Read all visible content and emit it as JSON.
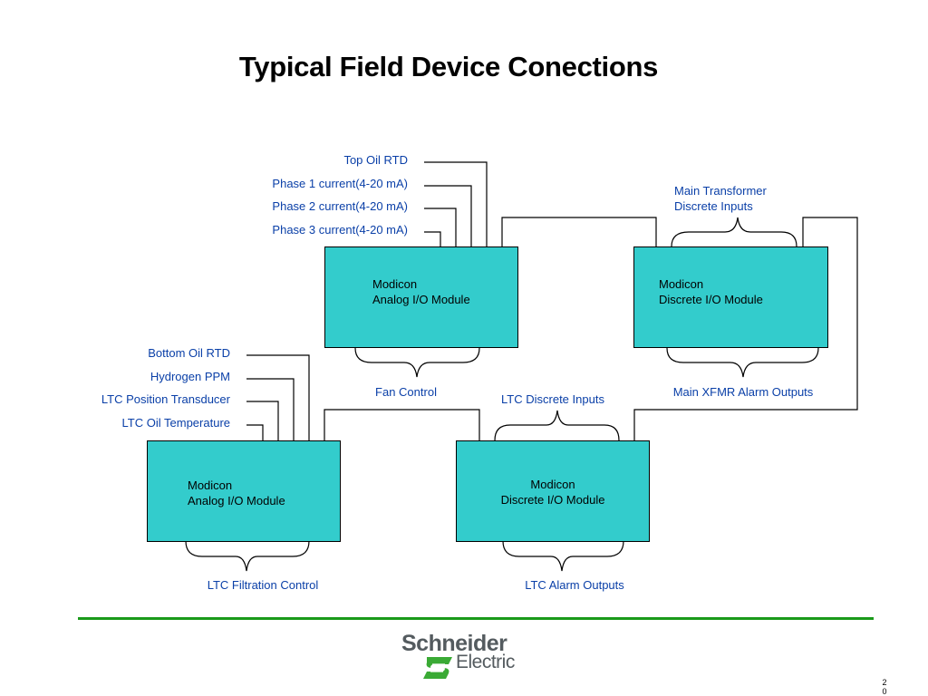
{
  "title": "Typical Field Device Conections",
  "modules": {
    "analog_top": {
      "line1": "Modicon",
      "line2": "Analog I/O Module"
    },
    "discrete_top": {
      "line1": "Modicon",
      "line2": "Discrete I/O Module"
    },
    "analog_bottom": {
      "line1": "Modicon",
      "line2": "Analog I/O Module"
    },
    "discrete_bottom": {
      "line1": "Modicon",
      "line2": "Discrete I/O Module"
    }
  },
  "labels": {
    "top_oil_rtd": "Top Oil RTD",
    "phase1": "Phase 1 current(4-20 mA)",
    "phase2": "Phase 2 current(4-20 mA)",
    "phase3": "Phase 3 current(4-20 mA)",
    "main_transformer_line1": "Main Transformer",
    "main_transformer_line2": "Discrete Inputs",
    "bottom_oil_rtd": "Bottom Oil RTD",
    "hydrogen_ppm": "Hydrogen PPM",
    "ltc_position": "LTC Position Transducer",
    "ltc_oil_temp": "LTC Oil Temperature",
    "fan_control": "Fan Control",
    "ltc_discrete_inputs": "LTC Discrete Inputs",
    "main_xfmr_alarm": "Main XFMR Alarm Outputs",
    "ltc_filtration": "LTC Filtration Control",
    "ltc_alarm_outputs": "LTC Alarm Outputs"
  },
  "logo": {
    "line1": "Schneider",
    "line2": "Electric"
  },
  "page_number": {
    "digit1": "2",
    "digit2": "0"
  },
  "colors": {
    "module_fill": "#33cccc",
    "label_text": "#0b40a8",
    "rule": "#1a9a1a",
    "logo_text": "#545b5f",
    "logo_mark": "#3aaa35"
  }
}
